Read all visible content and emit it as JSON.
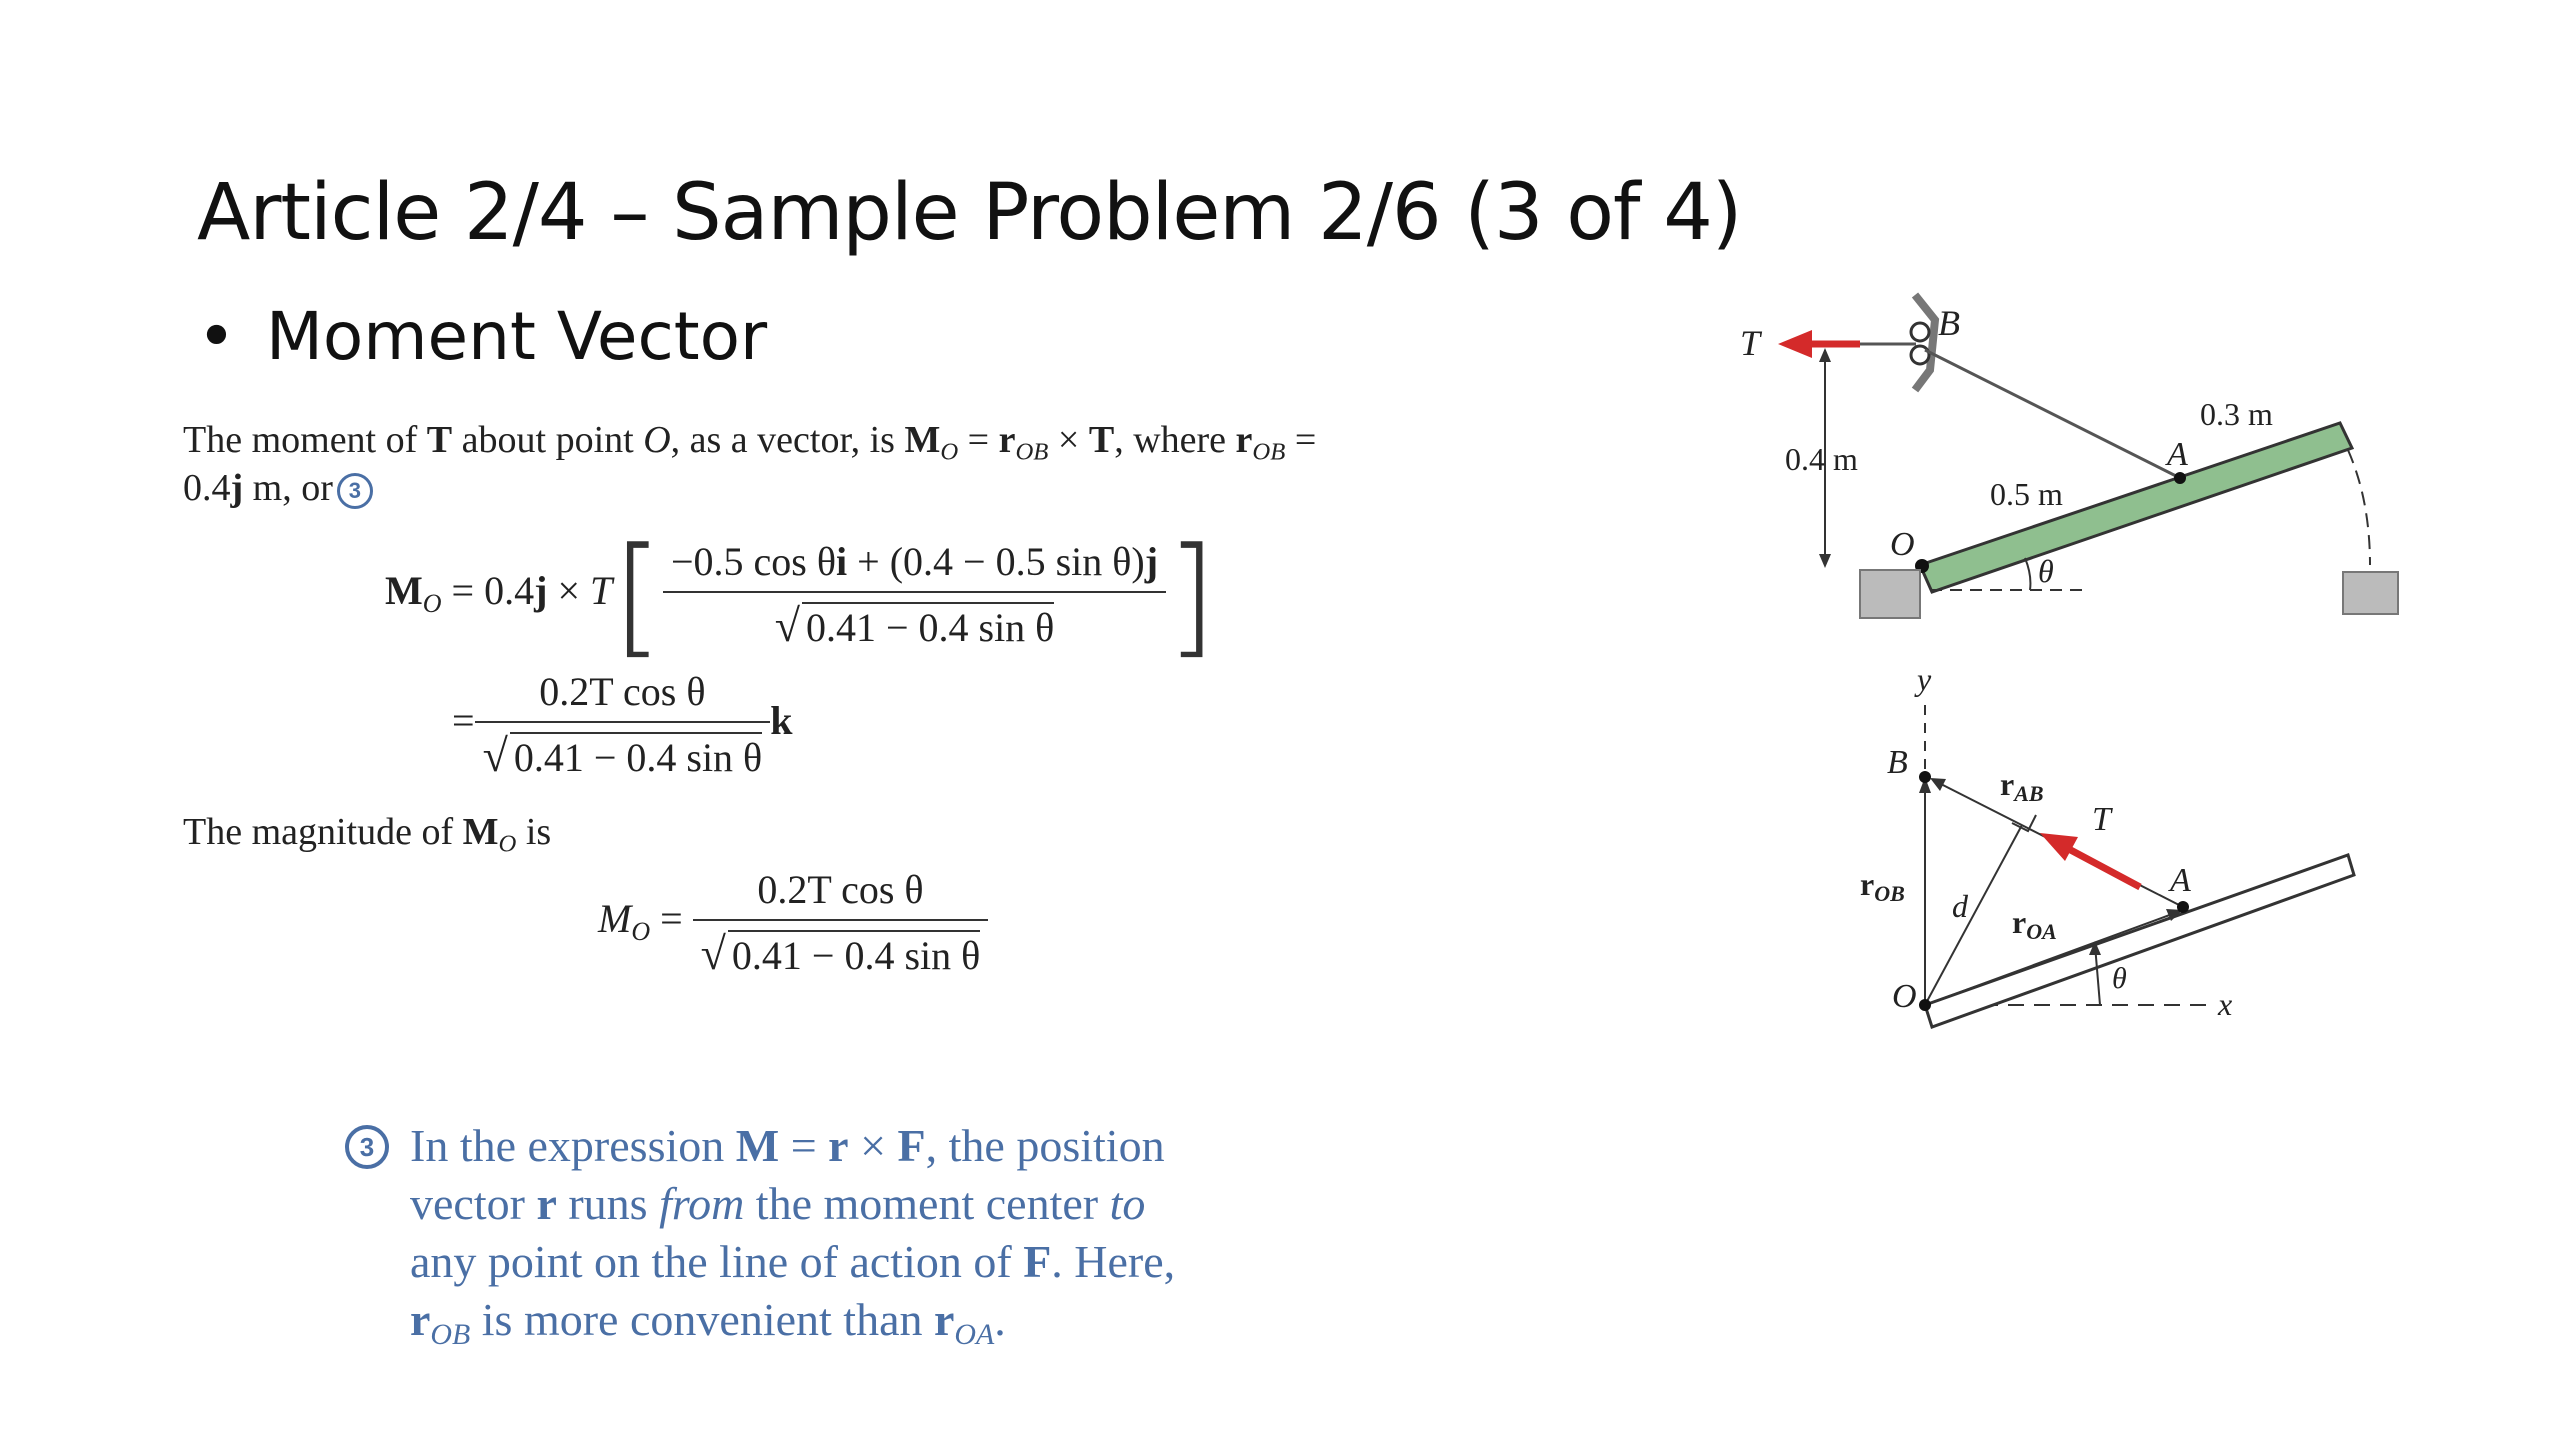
{
  "slide": {
    "title": "Article 2/4 – Sample Problem 2/6 (3 of 4)",
    "bullet": "Moment Vector"
  },
  "text": {
    "intro_1a": "The moment of ",
    "intro_1b": "T",
    "intro_1c": " about point ",
    "intro_1d": "O",
    "intro_1e": ", as a vector, is ",
    "intro_1f": "M",
    "intro_1g": "O",
    "intro_1h": " = ",
    "intro_1i": "r",
    "intro_1j": "OB",
    "intro_1k": " × ",
    "intro_1l": "T",
    "intro_1m": ", where ",
    "intro_1n": "r",
    "intro_1o": "OB",
    "intro_1p": " =",
    "intro_2a": "0.4",
    "intro_2b": "j",
    "intro_2c": " m, or",
    "note_marker": "3",
    "magnitude_a": "The magnitude of ",
    "magnitude_b": "M",
    "magnitude_c": "O",
    "magnitude_d": " is"
  },
  "equations": {
    "eq1_lhs": "M",
    "eq1_lhs_sub": "O",
    "eq1_mid": " = 0.4",
    "eq1_j": "j",
    "eq1_times": " × ",
    "eq1_T": "T",
    "eq1_num_a": "−0.5 cos θ",
    "eq1_num_i": "i",
    "eq1_num_b": " + (0.4 − 0.5 sin θ)",
    "eq1_num_j": "j",
    "eq1_den": "0.41 − 0.4 sin θ",
    "eq2_eq": "=",
    "eq2_num": "0.2T cos θ",
    "eq2_den": "0.41 − 0.4 sin θ",
    "eq2_k": "k",
    "eq3_lhs": "M",
    "eq3_lhs_sub": "O",
    "eq3_eq": " = ",
    "eq3_num": "0.2T cos θ",
    "eq3_den": "0.41 − 0.4 sin θ",
    "radical": "√"
  },
  "note": {
    "marker": "3",
    "l1a": "In the expression ",
    "l1b": "M",
    "l1c": " = ",
    "l1d": "r",
    "l1e": " × ",
    "l1f": "F",
    "l1g": ", the position",
    "l2a": "vector ",
    "l2b": "r",
    "l2c": " runs ",
    "l2d": "from",
    "l2e": " the moment center ",
    "l2f": "to",
    "l3a": "any point on the line of action of ",
    "l3b": "F",
    "l3c": ". Here,",
    "l4a": "r",
    "l4b": "OB",
    "l4c": " is more convenient than ",
    "l4d": "r",
    "l4e": "OA",
    "l4f": "."
  },
  "figure_top": {
    "label_T": "T",
    "label_B": "B",
    "label_A": "A",
    "label_O": "O",
    "label_theta": "θ",
    "dim_04": "0.4 m",
    "dim_05": "0.5 m",
    "dim_03": "0.3 m"
  },
  "figure_bottom": {
    "label_y": "y",
    "label_x": "x",
    "label_B": "B",
    "label_O": "O",
    "label_A": "A",
    "label_T": "T",
    "label_d": "d",
    "label_theta": "θ",
    "r_AB": "r",
    "r_AB_sub": "AB",
    "r_OB": "r",
    "r_OB_sub": "OB",
    "r_OA": "r",
    "r_OA_sub": "OA"
  },
  "colors": {
    "tension_arrow": "#d42a2a",
    "bar_fill": "#8fbf8f",
    "note_text": "#4a6fa5"
  }
}
